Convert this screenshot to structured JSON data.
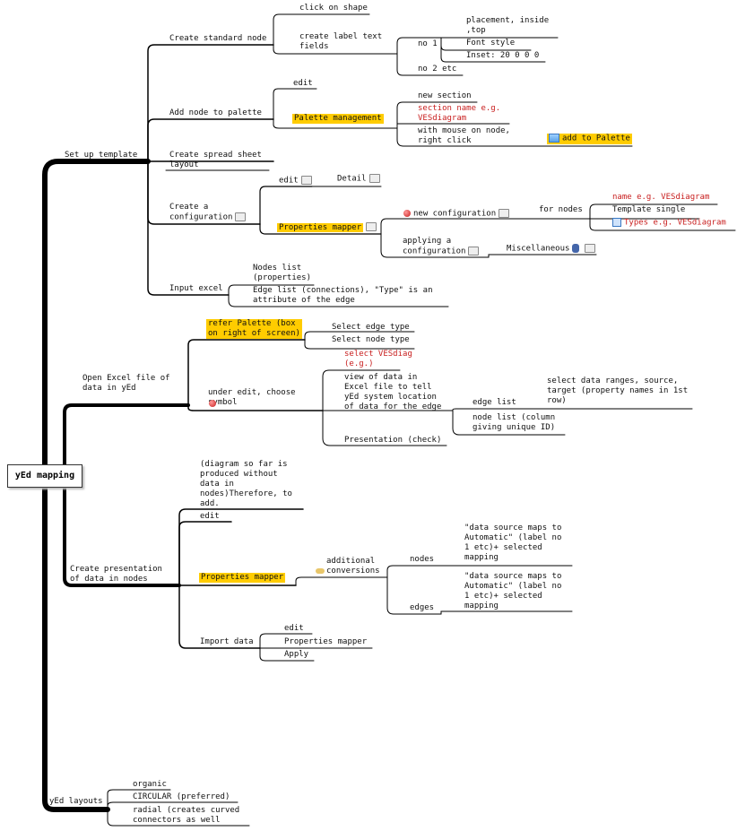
{
  "root": "yEd mapping",
  "setup": {
    "label": "Set up template",
    "std": {
      "label": "Create standard node",
      "click": "click on shape",
      "labeltext": "create label text\nfields",
      "no1": "no 1",
      "placement": "placement, inside\n,top",
      "font": "Font style",
      "inset": "Inset: 20 0 0 0",
      "no2": "no 2 etc"
    },
    "palette": {
      "label": "Add node to palette",
      "edit": "edit",
      "mgmt": "Palette management",
      "newsec": "new section",
      "secname": "section name e.g.\nVESdiagram",
      "mouse": "with mouse on node,\nright click",
      "addto": "add to Palette"
    },
    "sheet": "Create spread sheet\nlayout",
    "config": {
      "label": "Create a\nconfiguration",
      "edit": "edit",
      "detail": "Detail",
      "pm": "Properties mapper",
      "newconf": "new configuration",
      "fornodes": "for nodes",
      "name": "name e.g. VESdiagram",
      "template": "Template single",
      "types": "Types e.g. VESdiagram",
      "applying": "applying a\nconfiguration",
      "misc": "Miscellaneous"
    },
    "input": {
      "label": "Input excel",
      "nodes": "Nodes list\n(properties)",
      "edges": "Edge list (connections), \"Type\" is an\nattribute of the edge"
    }
  },
  "open": {
    "label": "Open Excel file of\ndata in yEd",
    "refer": "refer Palette (box\non right of screen)",
    "edgetype": "Select edge type",
    "nodetype": "Select node type",
    "under": "under edit, choose\nsymbol",
    "selectves": "select VESdiag\n(e.g.)",
    "view": "view of data in\nExcel file to tell\nyEd system location\nof data for the edge",
    "edgelist": "edge list",
    "selectdata": "select data ranges, source,\ntarget (property names in 1st\nrow)",
    "nodelist": "node list (column\ngiving unique ID)",
    "presentation": "Presentation (check)"
  },
  "pres": {
    "label": "Create presentation\nof data in nodes",
    "diagram": "(diagram so far is\nproduced without\ndata in\nnodes)Therefore, to\nadd.",
    "edit": "edit",
    "pm": "Properties mapper",
    "additional": "additional\nconversions",
    "nodes": "nodes",
    "edges": "edges",
    "map1": "\"data source maps to\nAutomatic\" (label no\n1 etc)+ selected\nmapping",
    "map2": "\"data source maps to\nAutomatic\" (label no\n1 etc)+ selected\nmapping",
    "import": "Import data",
    "iedit": "edit",
    "ipm": "Properties mapper",
    "apply": "Apply"
  },
  "layouts": {
    "label": "yEd layouts",
    "organic": "organic",
    "circular": "CIRCULAR (preferred)",
    "radial": "radial (creates curved\nconnectors as well"
  },
  "colors": {
    "highlight": "#ffcc00",
    "red_text": "#c81e1e",
    "line": "#000000"
  }
}
